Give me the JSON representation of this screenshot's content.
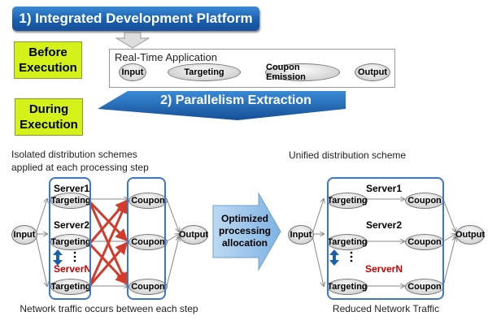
{
  "top_banner": {
    "label": "1) Integrated Development Platform",
    "color": "#1a5fb0"
  },
  "phases": {
    "before": {
      "label": "Before Execution",
      "line1": "Before",
      "line2": "Execution",
      "color": "#d4f21a"
    },
    "during": {
      "label": "During Execution",
      "line1": "During",
      "line2": "Execution",
      "color": "#d4f21a"
    }
  },
  "realtime_app": {
    "title": "Real-Time Application",
    "nodes": [
      "Input",
      "Targeting",
      "Coupon Emission",
      "Output"
    ]
  },
  "parallelism_banner": {
    "label": "2) Parallelism Extraction"
  },
  "left_panel": {
    "title_line1": "Isolated distribution schemes",
    "title_line2": "applied at each processing step",
    "input": "Input",
    "output": "Output",
    "servers": [
      {
        "name": "Server1",
        "targeting": "Targeting",
        "coupon": "Coupon"
      },
      {
        "name": "Server2",
        "targeting": "Targeting",
        "coupon": "Coupon"
      },
      {
        "name": "ServerN",
        "targeting": "Targeting",
        "coupon": "Coupon"
      }
    ],
    "caption": "Network traffic occurs between each step"
  },
  "middle_arrow": {
    "line1": "Optimized",
    "line2": "processing",
    "line3": "allocation"
  },
  "right_panel": {
    "title": "Unified distribution scheme",
    "input": "Input",
    "output": "Output",
    "servers": [
      {
        "name": "Server1",
        "targeting": "Targeting",
        "coupon": "Coupon"
      },
      {
        "name": "Server2",
        "targeting": "Targeting",
        "coupon": "Coupon"
      },
      {
        "name": "ServerN",
        "targeting": "Targeting",
        "coupon": "Coupon"
      }
    ],
    "caption": "Reduced Network Traffic"
  },
  "colors": {
    "serverN_label": "#cc0000",
    "traffic_arrows": "#d43a2a",
    "group_outline": "#3d78c0",
    "server_fill": "#fdf6a3"
  }
}
